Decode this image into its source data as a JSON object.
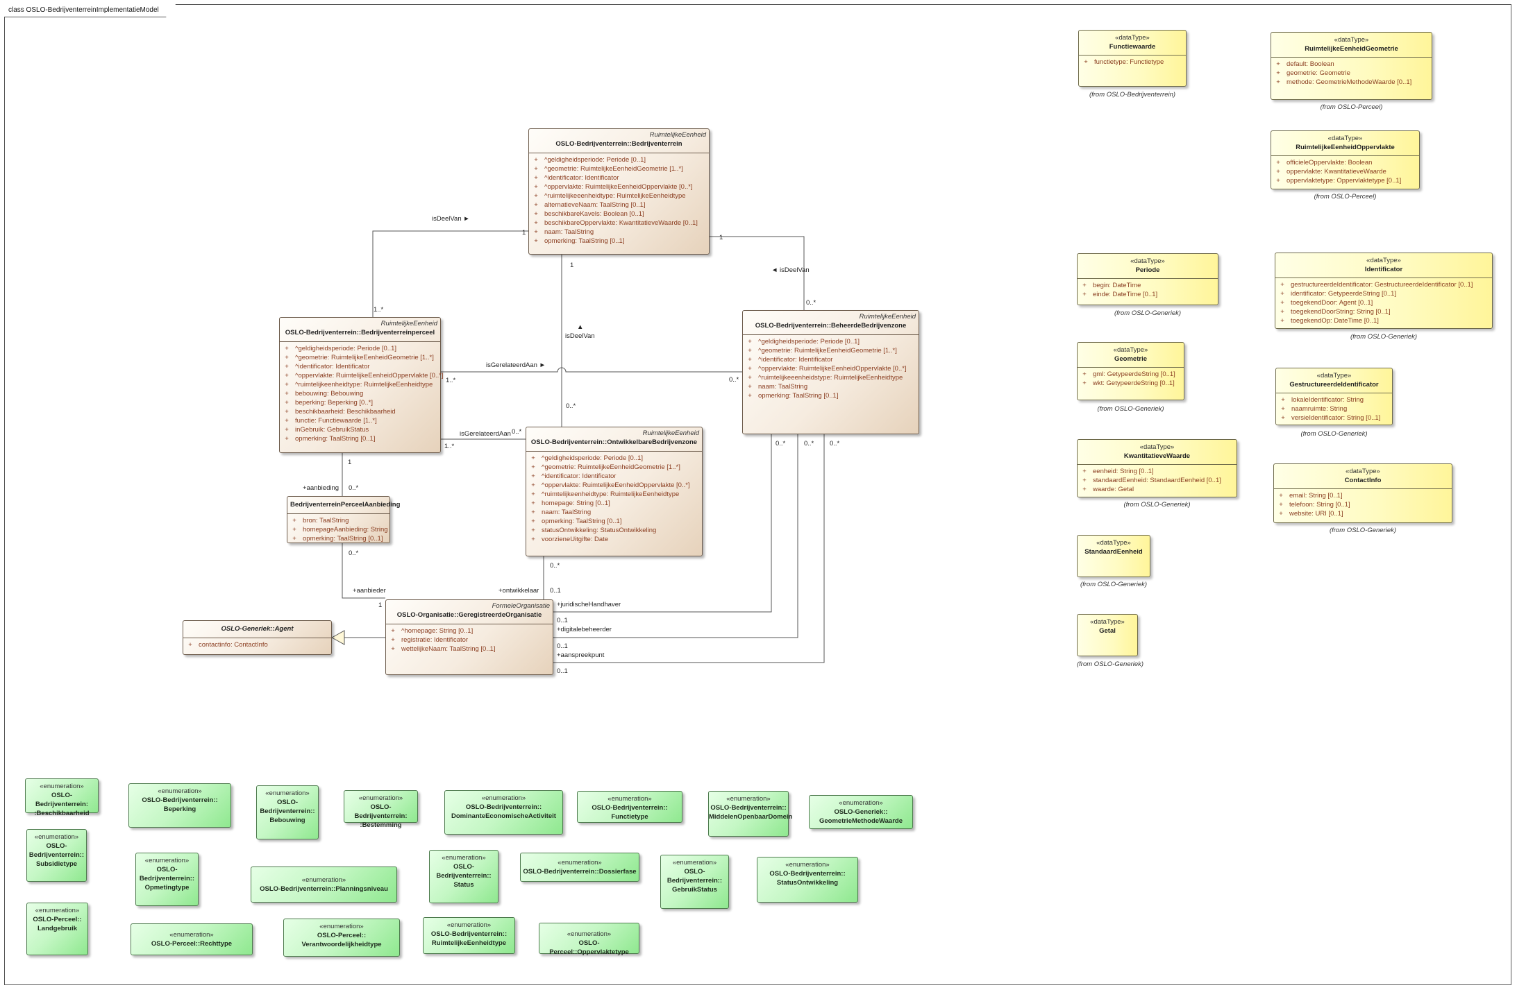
{
  "frame": {
    "title": "class OSLO-BedrijventerreinImplementatieModel"
  },
  "visibility_marker": "+",
  "classes": [
    {
      "id": "bedrijventerrein",
      "tag": "RuimtelijkeEenheid",
      "name": "OSLO-Bedrijventerrein::Bedrijventerrein",
      "abstract": false,
      "attributes": [
        "^geldigheidsperiode: Periode [0..1]",
        "^geometrie: RuimtelijkeEenheidGeometrie [1..*]",
        "^identificator: Identificator",
        "^oppervlakte: RuimtelijkeEenheidOppervlakte [0..*]",
        "^ruimtelijkeeenheidtype: RuimtelijkeEenheidtype",
        "alternatieveNaam: TaalString [0..1]",
        "beschikbareKavels: Boolean [0..1]",
        "beschikbareOppervlakte: KwantitatieveWaarde [0..1]",
        "naam: TaalString",
        "opmerking: TaalString [0..1]"
      ]
    },
    {
      "id": "bedrijventerreinperceel",
      "tag": "RuimtelijkeEenheid",
      "name": "OSLO-Bedrijventerrein::Bedrijventerreinperceel",
      "abstract": false,
      "attributes": [
        "^geldigheidsperiode: Periode [0..1]",
        "^geometrie: RuimtelijkeEenheidGeometrie [1..*]",
        "^identificator: Identificator",
        "^oppervlakte: RuimtelijkeEenheidOppervlakte [0..*]",
        "^ruimtelijkeenheidtype: RuimtelijkeEenheidtype",
        "bebouwing: Bebouwing",
        "beperking: Beperking [0..*]",
        "beschikbaarheid: Beschikbaarheid",
        "functie: Functiewaarde [1..*]",
        "inGebruik: GebruikStatus",
        "opmerking: TaalString [0..1]"
      ]
    },
    {
      "id": "beheerdebedrijvenzone",
      "tag": "RuimtelijkeEenheid",
      "name": "OSLO-Bedrijventerrein::BeheerdeBedrijvenzone",
      "abstract": false,
      "attributes": [
        "^geldigheidsperiode: Periode [0..1]",
        "^geometrie: RuimtelijkeEenheidGeometrie [1..*]",
        "^identificator: Identificator",
        "^oppervlakte: RuimtelijkeEenheidOppervlakte [0..*]",
        "^ruimtelijkeeenheidstype: RuimtelijkeEenheidtype",
        "naam: TaalString",
        "opmerking: TaalString [0..1]"
      ]
    },
    {
      "id": "ontwikkelbarebedrijvenzone",
      "tag": "RuimtelijkeEenheid",
      "name": "OSLO-Bedrijventerrein::OntwikkelbareBedrijvenzone",
      "abstract": false,
      "attributes": [
        "^geldigheidsperiode: Periode [0..1]",
        "^geometrie: RuimtelijkeEenheidGeometrie [1..*]",
        "^identificator: Identificator",
        "^oppervlakte: RuimtelijkeEenheidOppervlakte [0..*]",
        "^ruimtelijkeenheidtype: RuimtelijkeEenheidtype",
        "homepage: String [0..1]",
        "naam: TaalString",
        "opmerking: TaalString [0..1]",
        "statusOntwikkeling: StatusOntwikkeling",
        "voorzieneUitgifte: Date"
      ]
    },
    {
      "id": "perceelaanbieding",
      "tag": "",
      "name": "BedrijventerreinPerceelAanbieding",
      "abstract": false,
      "attributes": [
        "bron: TaalString",
        "homepageAanbieding: String",
        "opmerking: TaalString [0..1]"
      ]
    },
    {
      "id": "agent",
      "tag": "",
      "name": "OSLO-Generiek::Agent",
      "abstract": true,
      "attributes": [
        "contactinfo: ContactInfo"
      ]
    },
    {
      "id": "geregistreerdeorganisatie",
      "tag": "FormeleOrganisatie",
      "name": "OSLO-Organisatie::GeregistreerdeOrganisatie",
      "abstract": false,
      "attributes": [
        "^homepage: String [0..1]",
        "registratie: Identificator",
        "wettelijkeNaam: TaalString [0..1]"
      ]
    }
  ],
  "datatypes": [
    {
      "stereotype": "«dataType»",
      "name": "Functiewaarde",
      "attributes": [
        "functietype: Functietype"
      ],
      "from": "(from OSLO-Bedrijventerrein)"
    },
    {
      "stereotype": "«dataType»",
      "name": "RuimtelijkeEenheidGeometrie",
      "attributes": [
        "default: Boolean",
        "geometrie: Geometrie",
        "methode: GeometrieMethodeWaarde [0..1]"
      ],
      "from": "(from OSLO-Perceel)"
    },
    {
      "stereotype": "«dataType»",
      "name": "RuimtelijkeEenheidOppervlakte",
      "attributes": [
        "officieleOppervlakte: Boolean",
        "oppervlakte: KwantitatieveWaarde",
        "oppervlaktetype: Oppervlaktetype [0..1]"
      ],
      "from": "(from OSLO-Perceel)"
    },
    {
      "stereotype": "«dataType»",
      "name": "Periode",
      "attributes": [
        "begin: DateTime",
        "einde: DateTime [0..1]"
      ],
      "from": "(from OSLO-Generiek)"
    },
    {
      "stereotype": "«dataType»",
      "name": "Identificator",
      "attributes": [
        "gestructureerdeIdentificator: GestructureerdeIdentificator [0..1]",
        "identificator: GetypeerdeString [0..1]",
        "toegekendDoor: Agent [0..1]",
        "toegekendDoorString: String [0..1]",
        "toegekendOp: DateTime [0..1]"
      ],
      "from": "(from OSLO-Generiek)"
    },
    {
      "stereotype": "«dataType»",
      "name": "Geometrie",
      "attributes": [
        "gml: GetypeerdeString [0..1]",
        "wkt: GetypeerdeString [0..1]"
      ],
      "from": "(from OSLO-Generiek)"
    },
    {
      "stereotype": "«dataType»",
      "name": "GestructureerdeIdentificator",
      "attributes": [
        "lokaleIdentificator: String",
        "naamruimte: String",
        "versieIdentificator: String [0..1]"
      ],
      "from": "(from OSLO-Generiek)"
    },
    {
      "stereotype": "«dataType»",
      "name": "KwantitatieveWaarde",
      "attributes": [
        "eenheid: String [0..1]",
        "standaardEenheid: StandaardEenheid [0..1]",
        "waarde: Getal"
      ],
      "from": "(from OSLO-Generiek)"
    },
    {
      "stereotype": "«dataType»",
      "name": "ContactInfo",
      "attributes": [
        "email: String [0..1]",
        "telefoon: String [0..1]",
        "website: URI [0..1]"
      ],
      "from": "(from OSLO-Generiek)"
    },
    {
      "stereotype": "«dataType»",
      "name": "StandaardEenheid",
      "attributes": [],
      "from": "(from OSLO-Generiek)"
    },
    {
      "stereotype": "«dataType»",
      "name": "Getal",
      "attributes": [],
      "from": "(from OSLO-Generiek)"
    }
  ],
  "enumerations": [
    {
      "stereotype": "«enumeration»",
      "name_lines": [
        "OSLO-Bedrijventerrein:",
        ":Beschikbaarheid"
      ]
    },
    {
      "stereotype": "«enumeration»",
      "name_lines": [
        "OSLO-Bedrijventerrein::",
        "Beperking"
      ]
    },
    {
      "stereotype": "«enumeration»",
      "name_lines": [
        "OSLO-",
        "Bedrijventerrein::",
        "Bebouwing"
      ]
    },
    {
      "stereotype": "«enumeration»",
      "name_lines": [
        "OSLO-Bedrijventerrein:",
        ":Bestemming"
      ]
    },
    {
      "stereotype": "«enumeration»",
      "name_lines": [
        "OSLO-Bedrijventerrein::",
        "DominanteEconomischeActiviteit"
      ]
    },
    {
      "stereotype": "«enumeration»",
      "name_lines": [
        "OSLO-Bedrijventerrein::",
        "Functietype"
      ]
    },
    {
      "stereotype": "«enumeration»",
      "name_lines": [
        "OSLO-Bedrijventerrein::",
        "MiddelenOpenbaarDomein"
      ]
    },
    {
      "stereotype": "«enumeration»",
      "name_lines": [
        "OSLO-Generiek::",
        "GeometrieMethodeWaarde"
      ]
    },
    {
      "stereotype": "«enumeration»",
      "name_lines": [
        "OSLO-",
        "Bedrijventerrein::",
        "Subsidietype"
      ]
    },
    {
      "stereotype": "«enumeration»",
      "name_lines": [
        "OSLO-",
        "Bedrijventerrein::",
        "Opmetingtype"
      ]
    },
    {
      "stereotype": "«enumeration»",
      "name_lines": [
        "OSLO-Bedrijventerrein::Planningsniveau"
      ]
    },
    {
      "stereotype": "«enumeration»",
      "name_lines": [
        "OSLO-",
        "Bedrijventerrein::",
        "Status"
      ]
    },
    {
      "stereotype": "«enumeration»",
      "name_lines": [
        "OSLO-Bedrijventerrein::Dossierfase"
      ]
    },
    {
      "stereotype": "«enumeration»",
      "name_lines": [
        "OSLO-",
        "Bedrijventerrein::",
        "GebruikStatus"
      ]
    },
    {
      "stereotype": "«enumeration»",
      "name_lines": [
        "OSLO-Bedrijventerrein::",
        "StatusOntwikkeling"
      ]
    },
    {
      "stereotype": "«enumeration»",
      "name_lines": [
        "OSLO-Perceel::",
        "Landgebruik"
      ]
    },
    {
      "stereotype": "«enumeration»",
      "name_lines": [
        "OSLO-Perceel::Rechttype"
      ]
    },
    {
      "stereotype": "«enumeration»",
      "name_lines": [
        "OSLO-Perceel::",
        "Verantwoordelijkheidtype"
      ]
    },
    {
      "stereotype": "«enumeration»",
      "name_lines": [
        "OSLO-Bedrijventerrein::",
        "RuimtelijkeEenheidtype"
      ]
    },
    {
      "stereotype": "«enumeration»",
      "name_lines": [
        "OSLO-Perceel::Oppervlaktetype"
      ]
    }
  ],
  "association_labels": [
    "isDeelVan ►",
    "1",
    "1..*",
    "1",
    "◄ isDeelVan",
    "0..*",
    "1",
    "▲",
    "isDeelVan",
    "0..*",
    "isGerelateerdAan ►",
    "1..*",
    "0..*",
    "isGerelateerdAan",
    "0..*",
    "1..*",
    "1",
    "+aanbieding",
    "0..*",
    "0..*",
    "+aanbieder",
    "1",
    "+ontwikkelaar",
    "0..*",
    "0..1",
    "+juridischeHandhaver",
    "0..1",
    "+digitalebeheerder",
    "0..1",
    "+aanspreekpunt",
    "0..1",
    "0..*",
    "0..*",
    "0..*"
  ]
}
